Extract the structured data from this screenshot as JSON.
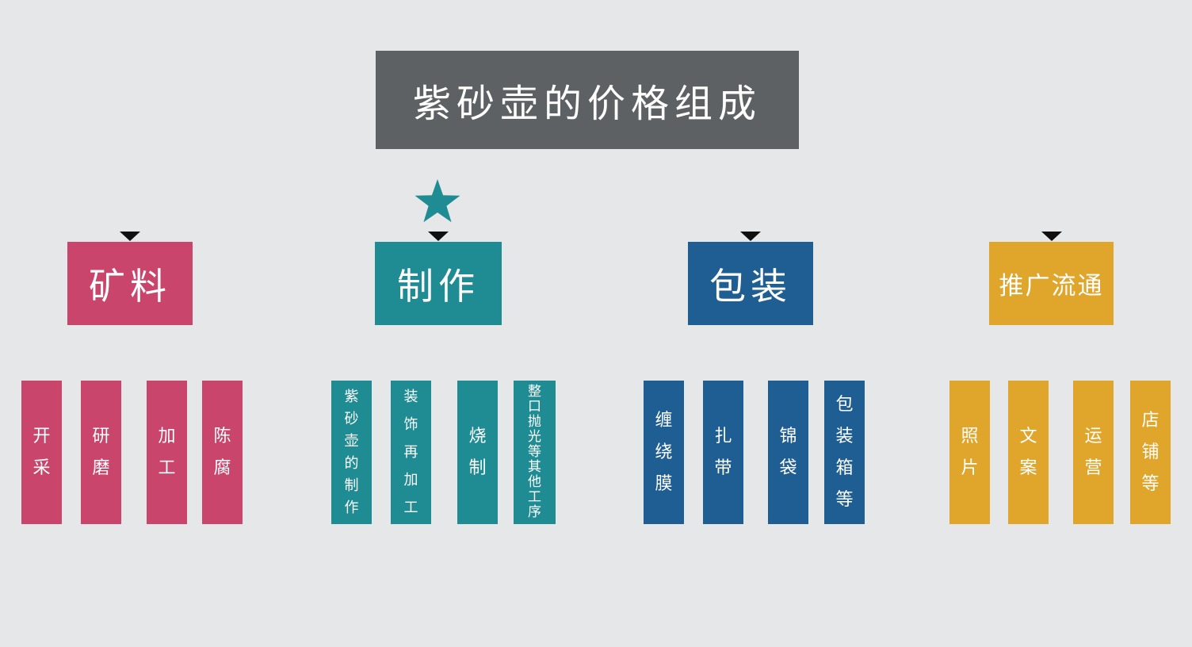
{
  "root": {
    "title": "紫砂壶的价格组成"
  },
  "decorations": {
    "star_icon": "five-pointed-star"
  },
  "colors": {
    "background": "#E6E7E9",
    "root_box": "#5D6163",
    "star": "#1F8B93",
    "arrow": "#101010",
    "connector_dark": "#3C3C3E",
    "connector_gray": "#58595B",
    "connector_black": "#141414",
    "text": "#FFFFFF"
  },
  "tree": {
    "branches": [
      {
        "label": "矿料",
        "color": "#C9456B",
        "children": [
          "开采",
          "研磨",
          "加工",
          "陈腐"
        ]
      },
      {
        "label": "制作",
        "color": "#1F8B93",
        "children": [
          "紫砂壶的制作",
          "装饰再加工",
          "烧制",
          "整口抛光等其他工序"
        ]
      },
      {
        "label": "包装",
        "color": "#1F5E93",
        "children": [
          "缠绕膜",
          "扎带",
          "锦袋",
          "包装箱等"
        ]
      },
      {
        "label": "推广流通",
        "color": "#E0A52B",
        "children": [
          "照片",
          "文案",
          "运营",
          "店铺等"
        ]
      }
    ]
  }
}
